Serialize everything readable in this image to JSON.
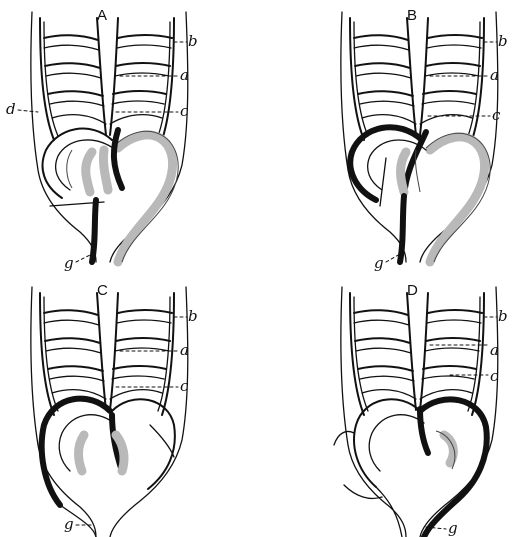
{
  "figure": {
    "panels": [
      {
        "id": "A",
        "letter": "A",
        "labels": {
          "b": "b",
          "a": "a",
          "c": "c",
          "d": "d",
          "g": "g"
        }
      },
      {
        "id": "B",
        "letter": "B",
        "labels": {
          "b": "b",
          "a": "a",
          "c": "c",
          "g": "g"
        }
      },
      {
        "id": "C",
        "letter": "C",
        "labels": {
          "b": "b",
          "a": "a",
          "c": "c",
          "g": "g"
        }
      },
      {
        "id": "D",
        "letter": "D",
        "labels": {
          "b": "b",
          "a": "a",
          "c": "c",
          "g": "g"
        }
      }
    ],
    "colors": {
      "ink": "#111111",
      "vessel_gray": "#b9b9b9",
      "background": "#ffffff"
    }
  }
}
